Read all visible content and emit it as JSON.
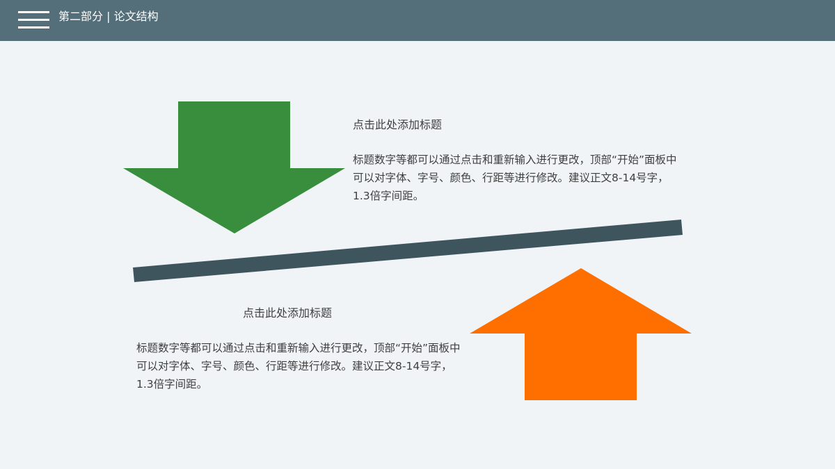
{
  "header": {
    "title": "第二部分 | 论文结构",
    "menu_icon": "hamburger-menu-icon",
    "background_color": "#546e7a"
  },
  "blocks": {
    "top": {
      "heading": "点击此处添加标题",
      "body": "标题数字等都可以通过点击和重新输入进行更改，顶部“开始”面板中可以对字体、字号、颜色、行距等进行修改。建议正文8-14号字，1.3倍字间距。"
    },
    "bottom": {
      "heading": "点击此处添加标题",
      "body": "标题数字等都可以通过点击和重新输入进行更改，顶部“开始”面板中可以对字体、字号、颜色、行距等进行修改。建议正文8-14号字，1.3倍字间距。"
    }
  },
  "graphics": {
    "down_arrow": {
      "icon": "down-arrow-icon",
      "color": "#388e3c"
    },
    "up_arrow": {
      "icon": "up-arrow-icon",
      "color": "#ff6f00"
    },
    "seesaw_bar": {
      "color": "#3e555e"
    }
  },
  "background_color": "#f0f4f7"
}
